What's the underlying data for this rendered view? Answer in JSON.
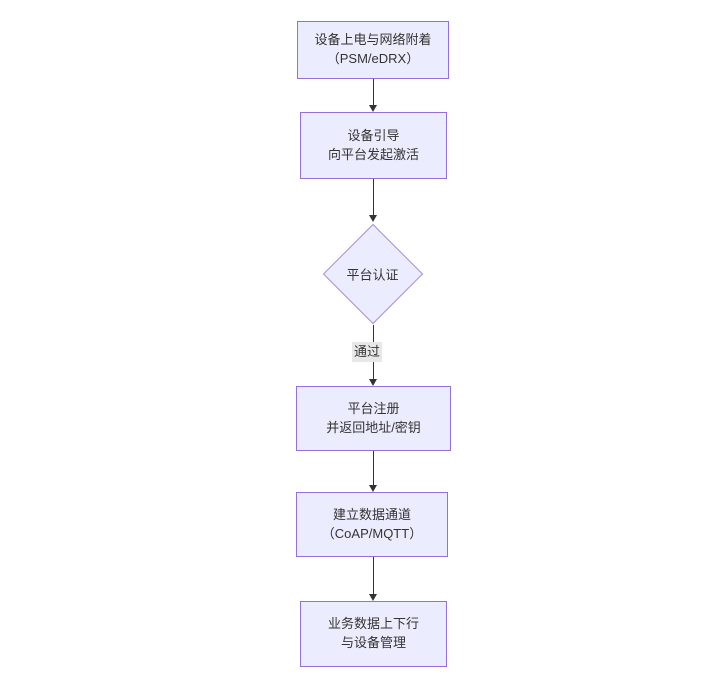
{
  "diagram": {
    "type": "flowchart",
    "direction": "top-down",
    "colors": {
      "node_fill": "#ECECFF",
      "node_border": "#9370DB",
      "text": "#333333",
      "edge_line": "#333333",
      "edge_label_bg": "#e8e8e8"
    },
    "nodes": [
      {
        "id": "device-power-attach",
        "shape": "rect",
        "lines": [
          "设备上电与网络附着",
          "（PSM/eDRX）"
        ]
      },
      {
        "id": "device-bootstrap",
        "shape": "rect",
        "lines": [
          "设备引导",
          "向平台发起激活"
        ]
      },
      {
        "id": "platform-auth",
        "shape": "diamond",
        "lines": [
          "平台认证"
        ]
      },
      {
        "id": "platform-register",
        "shape": "rect",
        "lines": [
          "平台注册",
          "并返回地址/密钥"
        ]
      },
      {
        "id": "data-channel",
        "shape": "rect",
        "lines": [
          "建立数据通道",
          "（CoAP/MQTT）"
        ]
      },
      {
        "id": "business-data-mgmt",
        "shape": "rect",
        "lines": [
          "业务数据上下行",
          "与设备管理"
        ]
      }
    ],
    "edges": [
      {
        "from": "device-power-attach",
        "to": "device-bootstrap",
        "label": ""
      },
      {
        "from": "device-bootstrap",
        "to": "platform-auth",
        "label": ""
      },
      {
        "from": "platform-auth",
        "to": "platform-register",
        "label": "通过"
      },
      {
        "from": "platform-register",
        "to": "data-channel",
        "label": ""
      },
      {
        "from": "data-channel",
        "to": "business-data-mgmt",
        "label": ""
      }
    ]
  }
}
